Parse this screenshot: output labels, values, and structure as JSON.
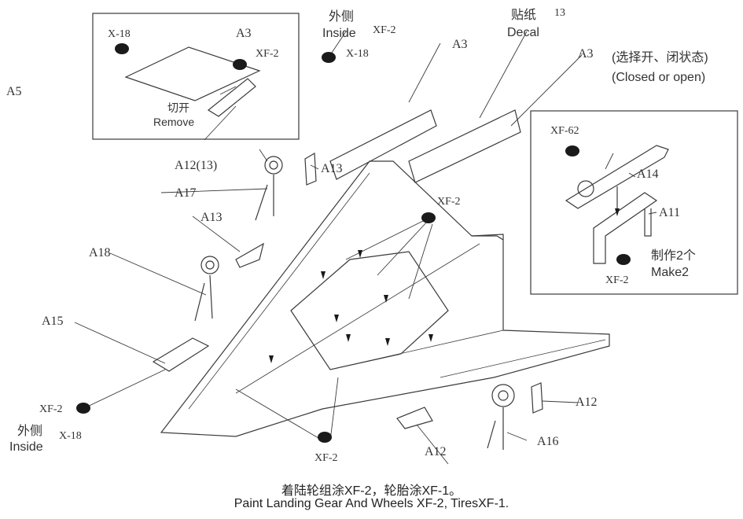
{
  "page_label": "A5",
  "inset_top_left": {
    "part_x18": "X-18",
    "part_a3": "A3",
    "part_xf2": "XF-2",
    "remove_cn": "切开",
    "remove_en": "Remove"
  },
  "inside_top": {
    "cn": "外侧",
    "en": "Inside",
    "paint": "XF-2"
  },
  "x18_top": "X-18",
  "decal": {
    "cn": "贴纸",
    "num": "13",
    "en": "Decal"
  },
  "a3_center": "A3",
  "a3_right": "A3",
  "closed_open": {
    "cn": "(选择开、闭状态)",
    "en": "(Closed or open)"
  },
  "inset_right": {
    "xf62": "XF-62",
    "a14": "A14",
    "a11": "A11",
    "make_cn": "制作2个",
    "make_en": "Make2",
    "xf2": "XF-2"
  },
  "labels": {
    "a12_13": "A12(13)",
    "a13_upper": "A13",
    "a17": "A17",
    "a13_lower": "A13",
    "xf2_center": "XF-2",
    "a18": "A18",
    "a15": "A15",
    "xf2_bottom_left": "XF-2",
    "inside_bottom_cn": "外侧",
    "inside_bottom_en": "Inside",
    "x18_bottom": "X-18",
    "xf2_bottom": "XF-2",
    "a12_bottom": "A12",
    "a12_right": "A12",
    "a16": "A16"
  },
  "caption": {
    "cn": "着陆轮组涂XF-2，轮胎涂XF-1。",
    "en": "Paint Landing Gear And Wheels XF-2, TiresXF-1."
  },
  "colors": {
    "line": "#3a3a3a",
    "paint_blob": "#1a1a1a",
    "background": "#ffffff"
  }
}
